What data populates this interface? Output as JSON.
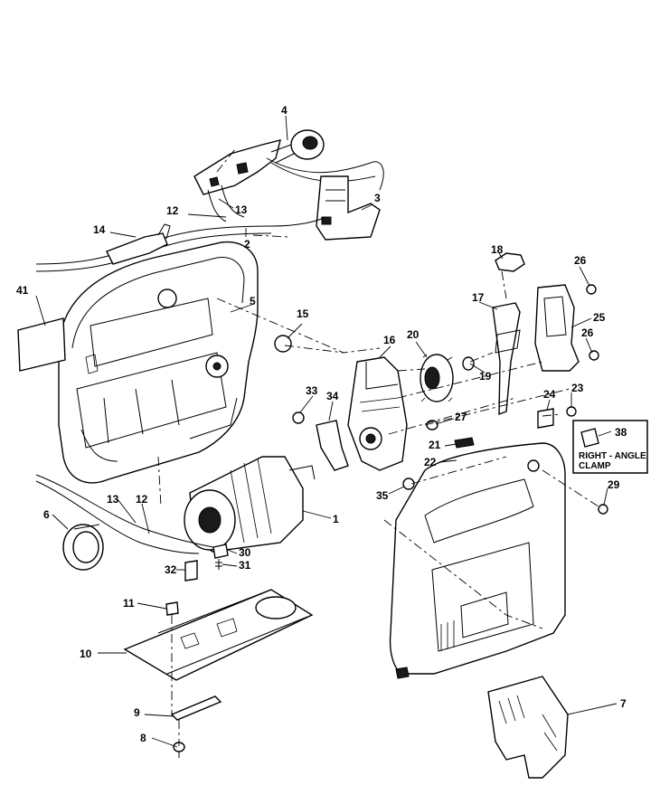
{
  "diagram": {
    "callouts": {
      "c1": "1",
      "c2": "2",
      "c3": "3",
      "c4": "4",
      "c5": "5",
      "c6": "6",
      "c7": "7",
      "c8": "8",
      "c9": "9",
      "c10": "10",
      "c11": "11",
      "c12a": "12",
      "c12b": "12",
      "c13a": "13",
      "c13b": "13",
      "c14": "14",
      "c15": "15",
      "c16": "16",
      "c17": "17",
      "c18": "18",
      "c19": "19",
      "c20": "20",
      "c21": "21",
      "c22": "22",
      "c23": "23",
      "c24": "24",
      "c25": "25",
      "c26a": "26",
      "c26b": "26",
      "c27": "27",
      "c29": "29",
      "c30": "30",
      "c31": "31",
      "c32": "32",
      "c33": "33",
      "c34": "34",
      "c35": "35",
      "c38": "38",
      "c41": "41"
    },
    "clamp_box": {
      "line1": "RIGHT - ANGLE",
      "line2": "CLAMP"
    },
    "icons": [
      "screw-icon",
      "motor-icon",
      "gear-icon",
      "clamp-icon",
      "nut-icon"
    ]
  }
}
